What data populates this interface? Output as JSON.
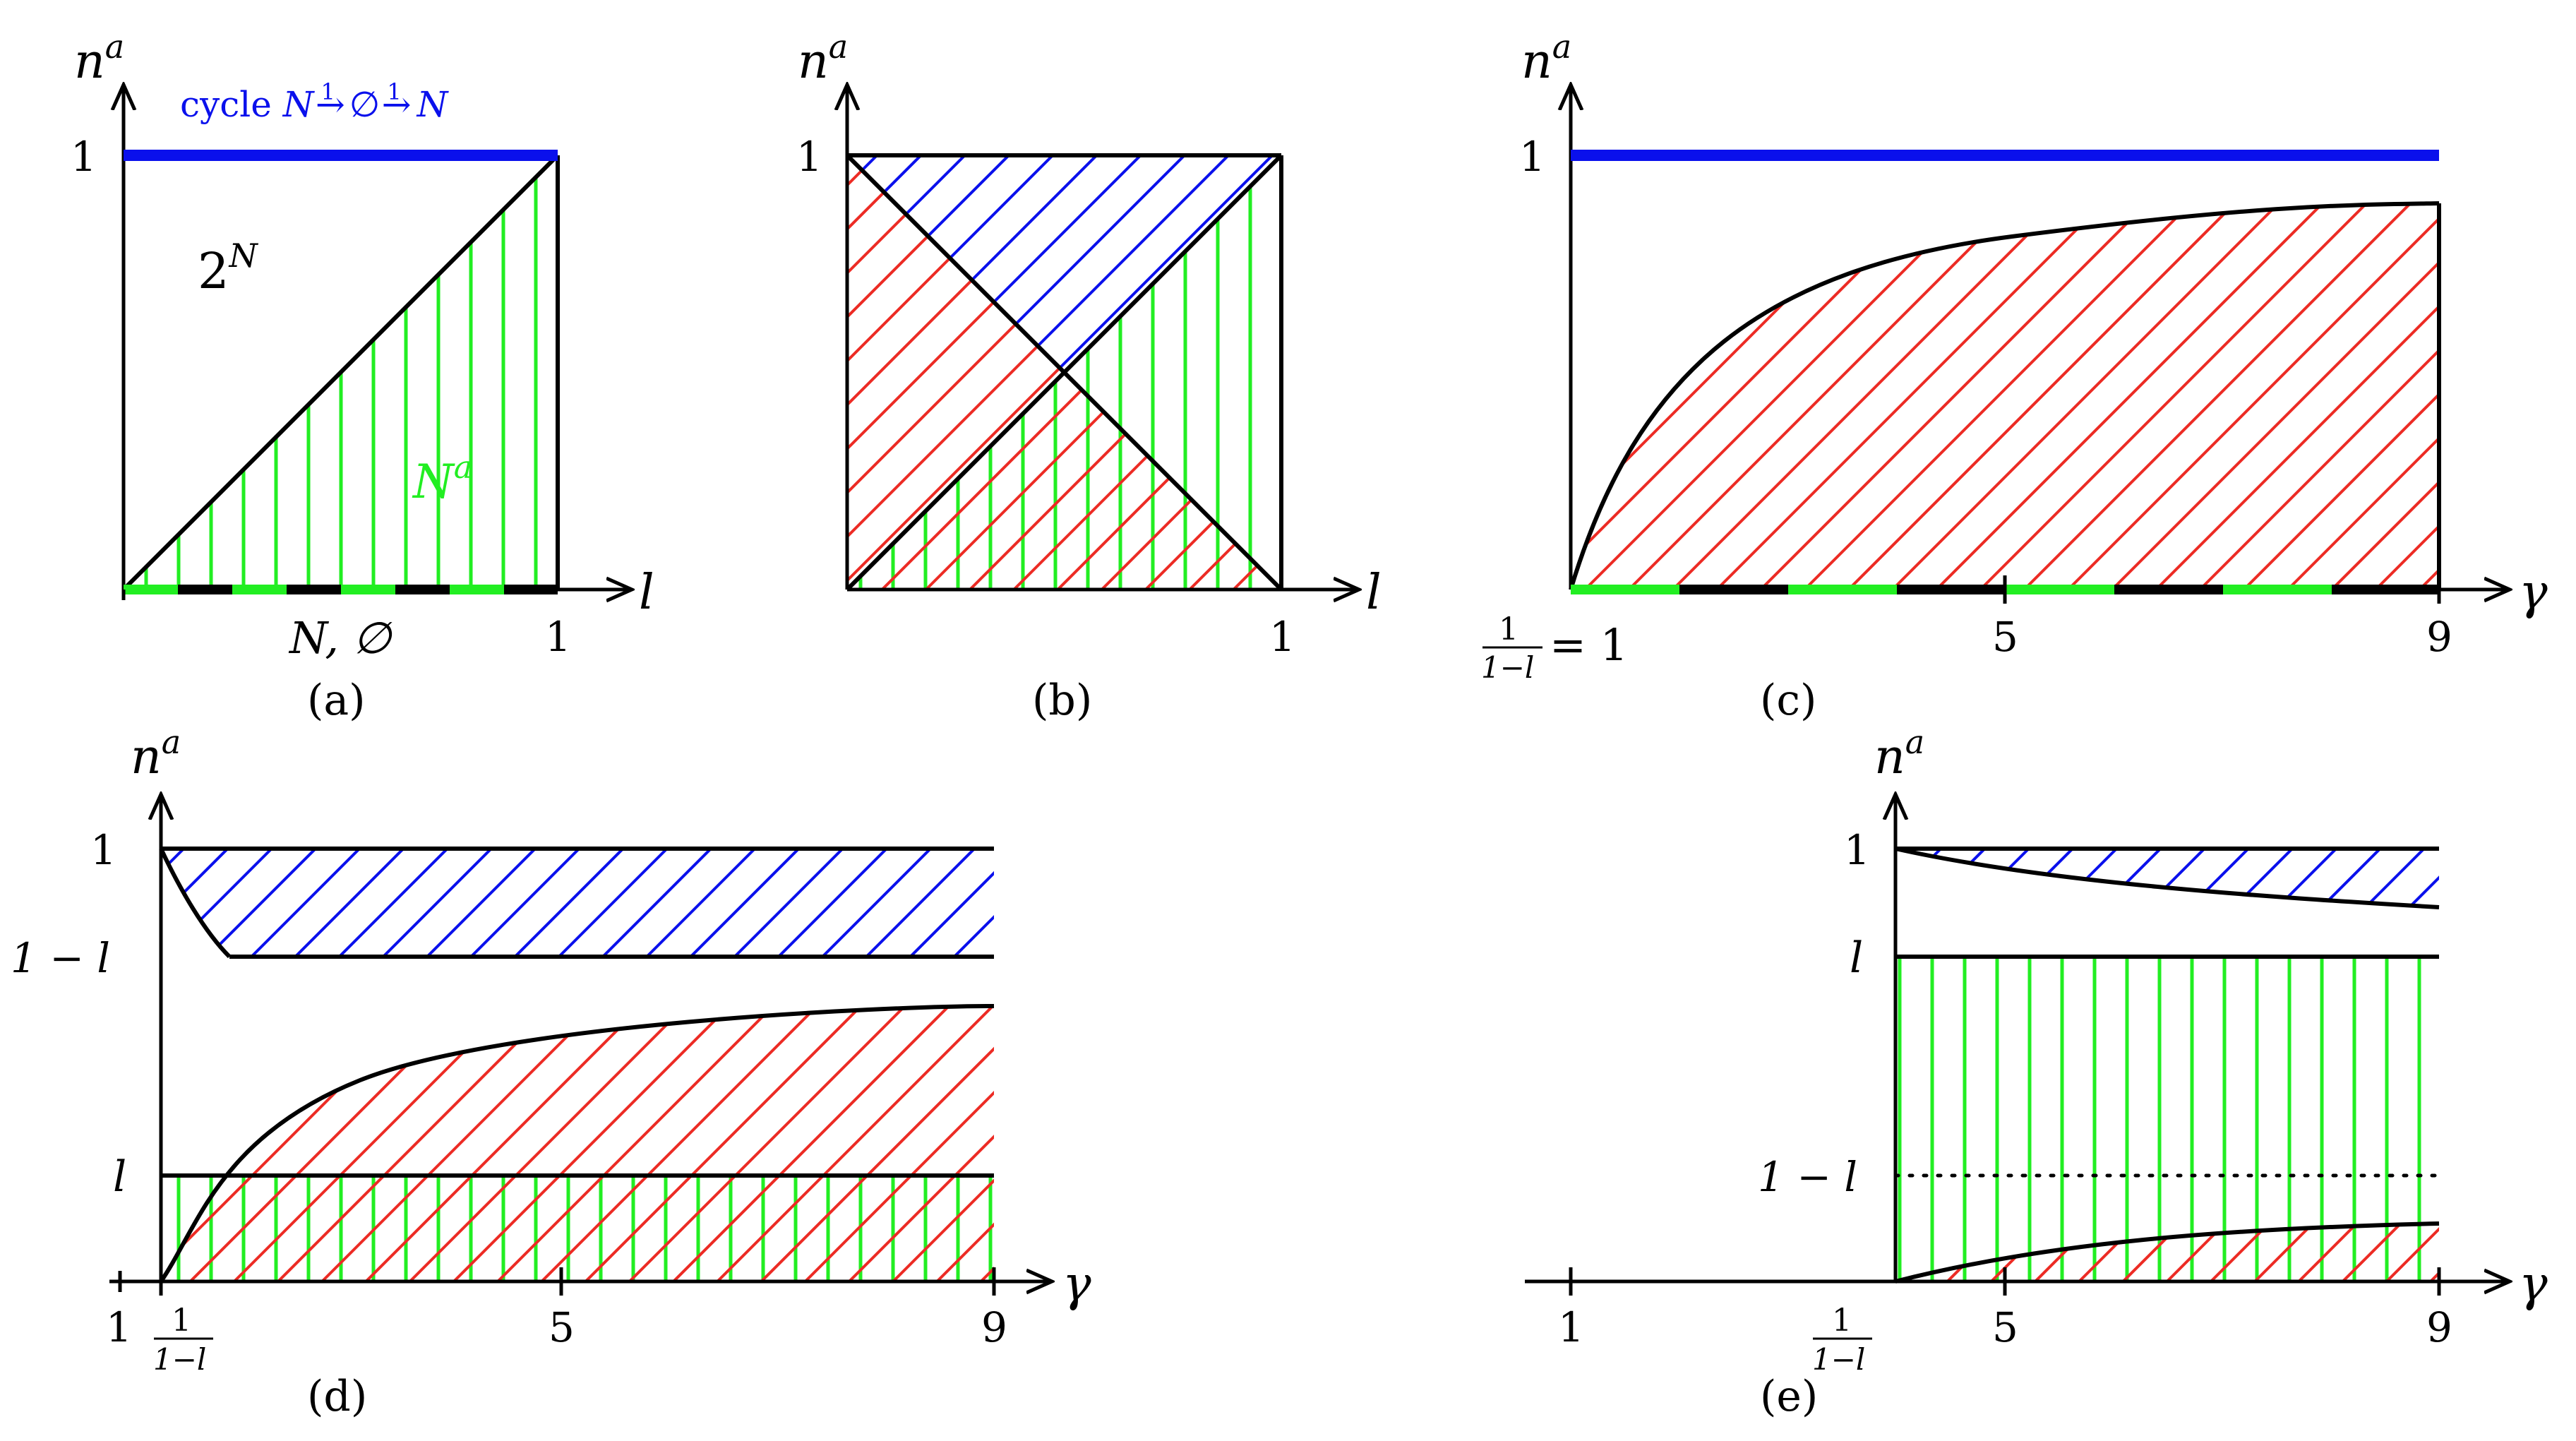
{
  "colors": {
    "blue": "#0a10ec",
    "red": "#ec2b24",
    "green": "#22ee22",
    "black": "#000000"
  },
  "common": {
    "y_axis": "n",
    "y_axis_sup": "a",
    "x_axis_l": "l",
    "x_axis_gamma": "γ",
    "one": "1",
    "frac_num": "1",
    "frac_den": "1−l"
  },
  "panel_a": {
    "caption": "(a)",
    "cycle_prefix": "cycle ",
    "cycle_n1": "N",
    "cycle_arrow_label": "1",
    "cycle_empty": "∅",
    "cycle_n2": "N",
    "region_label": "2",
    "region_label_sup": "N",
    "green_label": "N",
    "green_label_sup": "a",
    "bottom_label": "N, ∅",
    "tick_x": "1",
    "tick_y": "1"
  },
  "panel_b": {
    "caption": "(b)",
    "tick_x": "1",
    "tick_y": "1"
  },
  "panel_c": {
    "caption": "(c)",
    "tick_y": "1",
    "tick_x_mid": "5",
    "tick_x_end": "9",
    "origin_eq": "= 1"
  },
  "panel_d": {
    "caption": "(d)",
    "tick_y_top": "1",
    "tick_y_mid": "1 − l",
    "tick_y_low": "l",
    "tick_x_one": "1",
    "tick_x_mid": "5",
    "tick_x_end": "9"
  },
  "panel_e": {
    "caption": "(e)",
    "tick_y_top": "1",
    "tick_y_mid": "l",
    "tick_y_low": "1 − l",
    "tick_x_one": "1",
    "tick_x_mid": "5",
    "tick_x_end": "9"
  }
}
